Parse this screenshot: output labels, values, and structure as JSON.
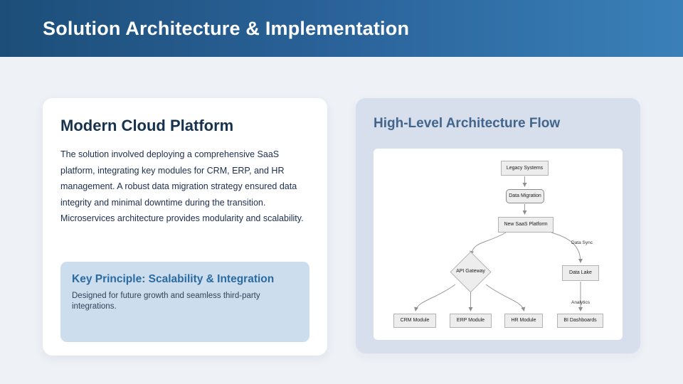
{
  "slide": {
    "title": "Solution Architecture & Implementation"
  },
  "left_card": {
    "title": "Modern Cloud Platform",
    "body": "The solution involved deploying a comprehensive SaaS platform, integrating key modules for CRM, ERP, and HR management. A robust data migration strategy ensured data integrity and minimal downtime during the transition. Microservices architecture provides modularity and scalability.",
    "callout": {
      "title": "Key Principle: Scalability & Integration",
      "body": "Designed for future growth and seamless third-party integrations."
    }
  },
  "right_card": {
    "title": "High-Level Architecture Flow",
    "diagram": {
      "nodes": {
        "legacy": "Legacy Systems",
        "migration": "Data Migration",
        "platform": "New SaaS Platform",
        "gateway": "API Gateway",
        "datalake": "Data Lake",
        "crm": "CRM Module",
        "erp": "ERP Module",
        "hr": "HR Module",
        "bi": "BI Dashboards"
      },
      "edge_labels": {
        "data_sync": "Data Sync",
        "analytics": "Analytics"
      }
    }
  },
  "colors": {
    "header_gradient_start": "#1d4e79",
    "header_gradient_end": "#3a80b8",
    "page_background": "#eef1f6",
    "left_card_background": "#ffffff",
    "left_title": "#16324d",
    "body_text": "#1c2d4e",
    "callout_background": "#ccdeee",
    "callout_title": "#2a6aa0",
    "right_card_background": "#d8dfec",
    "right_title": "#42658c",
    "node_fill": "#ededed",
    "node_border": "#b3b3b3",
    "edge": "#8f8f8f"
  }
}
